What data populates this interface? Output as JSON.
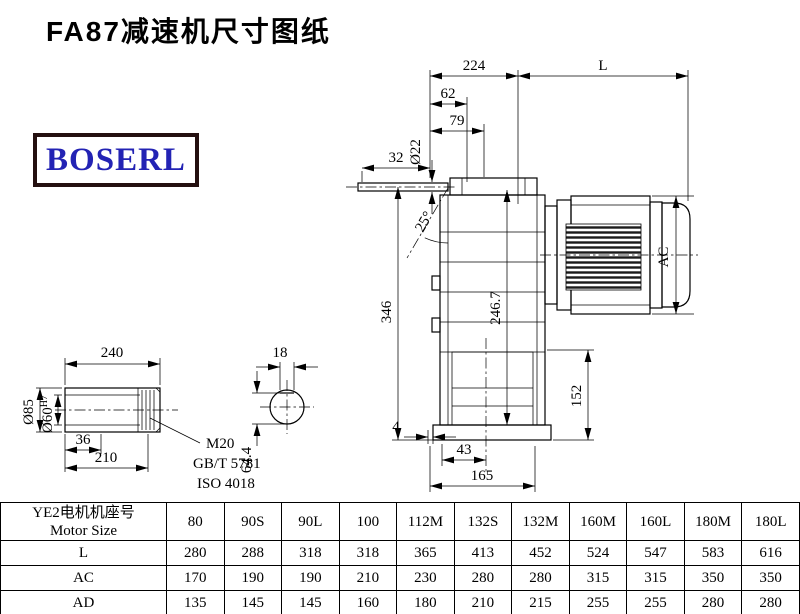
{
  "title": "FA87减速机尺寸图纸",
  "logo": {
    "text": "BOSERL",
    "text_color": "#2323b4",
    "border_color": "#241010"
  },
  "drawing": {
    "dim_224": "224",
    "dim_L": "L",
    "dim_62": "62",
    "dim_79": "79",
    "dim_32": "32",
    "dim_dia22": "Ø22",
    "dim_angle": "25°",
    "dim_346": "346",
    "dim_246_7": "246.7",
    "dim_AC": "AC",
    "dim_152": "152",
    "dim_4": "4",
    "dim_43": "43",
    "dim_165": "165",
    "dim_240": "240",
    "dim_dia85": "Ø85",
    "dim_dia60": "Ø60",
    "dim_dia60_tol": "H7",
    "dim_36": "36",
    "dim_210": "210",
    "dim_18": "18",
    "dim_64_4": "64.4",
    "note_m20": "M20",
    "note_gbt": "GB/T 5781",
    "note_iso": "ISO 4018"
  },
  "table": {
    "header_line1": "YE2电机机座号",
    "header_line2": "Motor Size",
    "columns": [
      "80",
      "90S",
      "90L",
      "100",
      "112M",
      "132S",
      "132M",
      "160M",
      "160L",
      "180M",
      "180L"
    ],
    "rows": [
      {
        "label": "L",
        "values": [
          "280",
          "288",
          "318",
          "318",
          "365",
          "413",
          "452",
          "524",
          "547",
          "583",
          "616"
        ]
      },
      {
        "label": "AC",
        "values": [
          "170",
          "190",
          "190",
          "210",
          "230",
          "280",
          "280",
          "315",
          "315",
          "350",
          "350"
        ]
      },
      {
        "label": "AD",
        "values": [
          "135",
          "145",
          "145",
          "160",
          "180",
          "210",
          "215",
          "255",
          "255",
          "280",
          "280"
        ]
      }
    ]
  }
}
